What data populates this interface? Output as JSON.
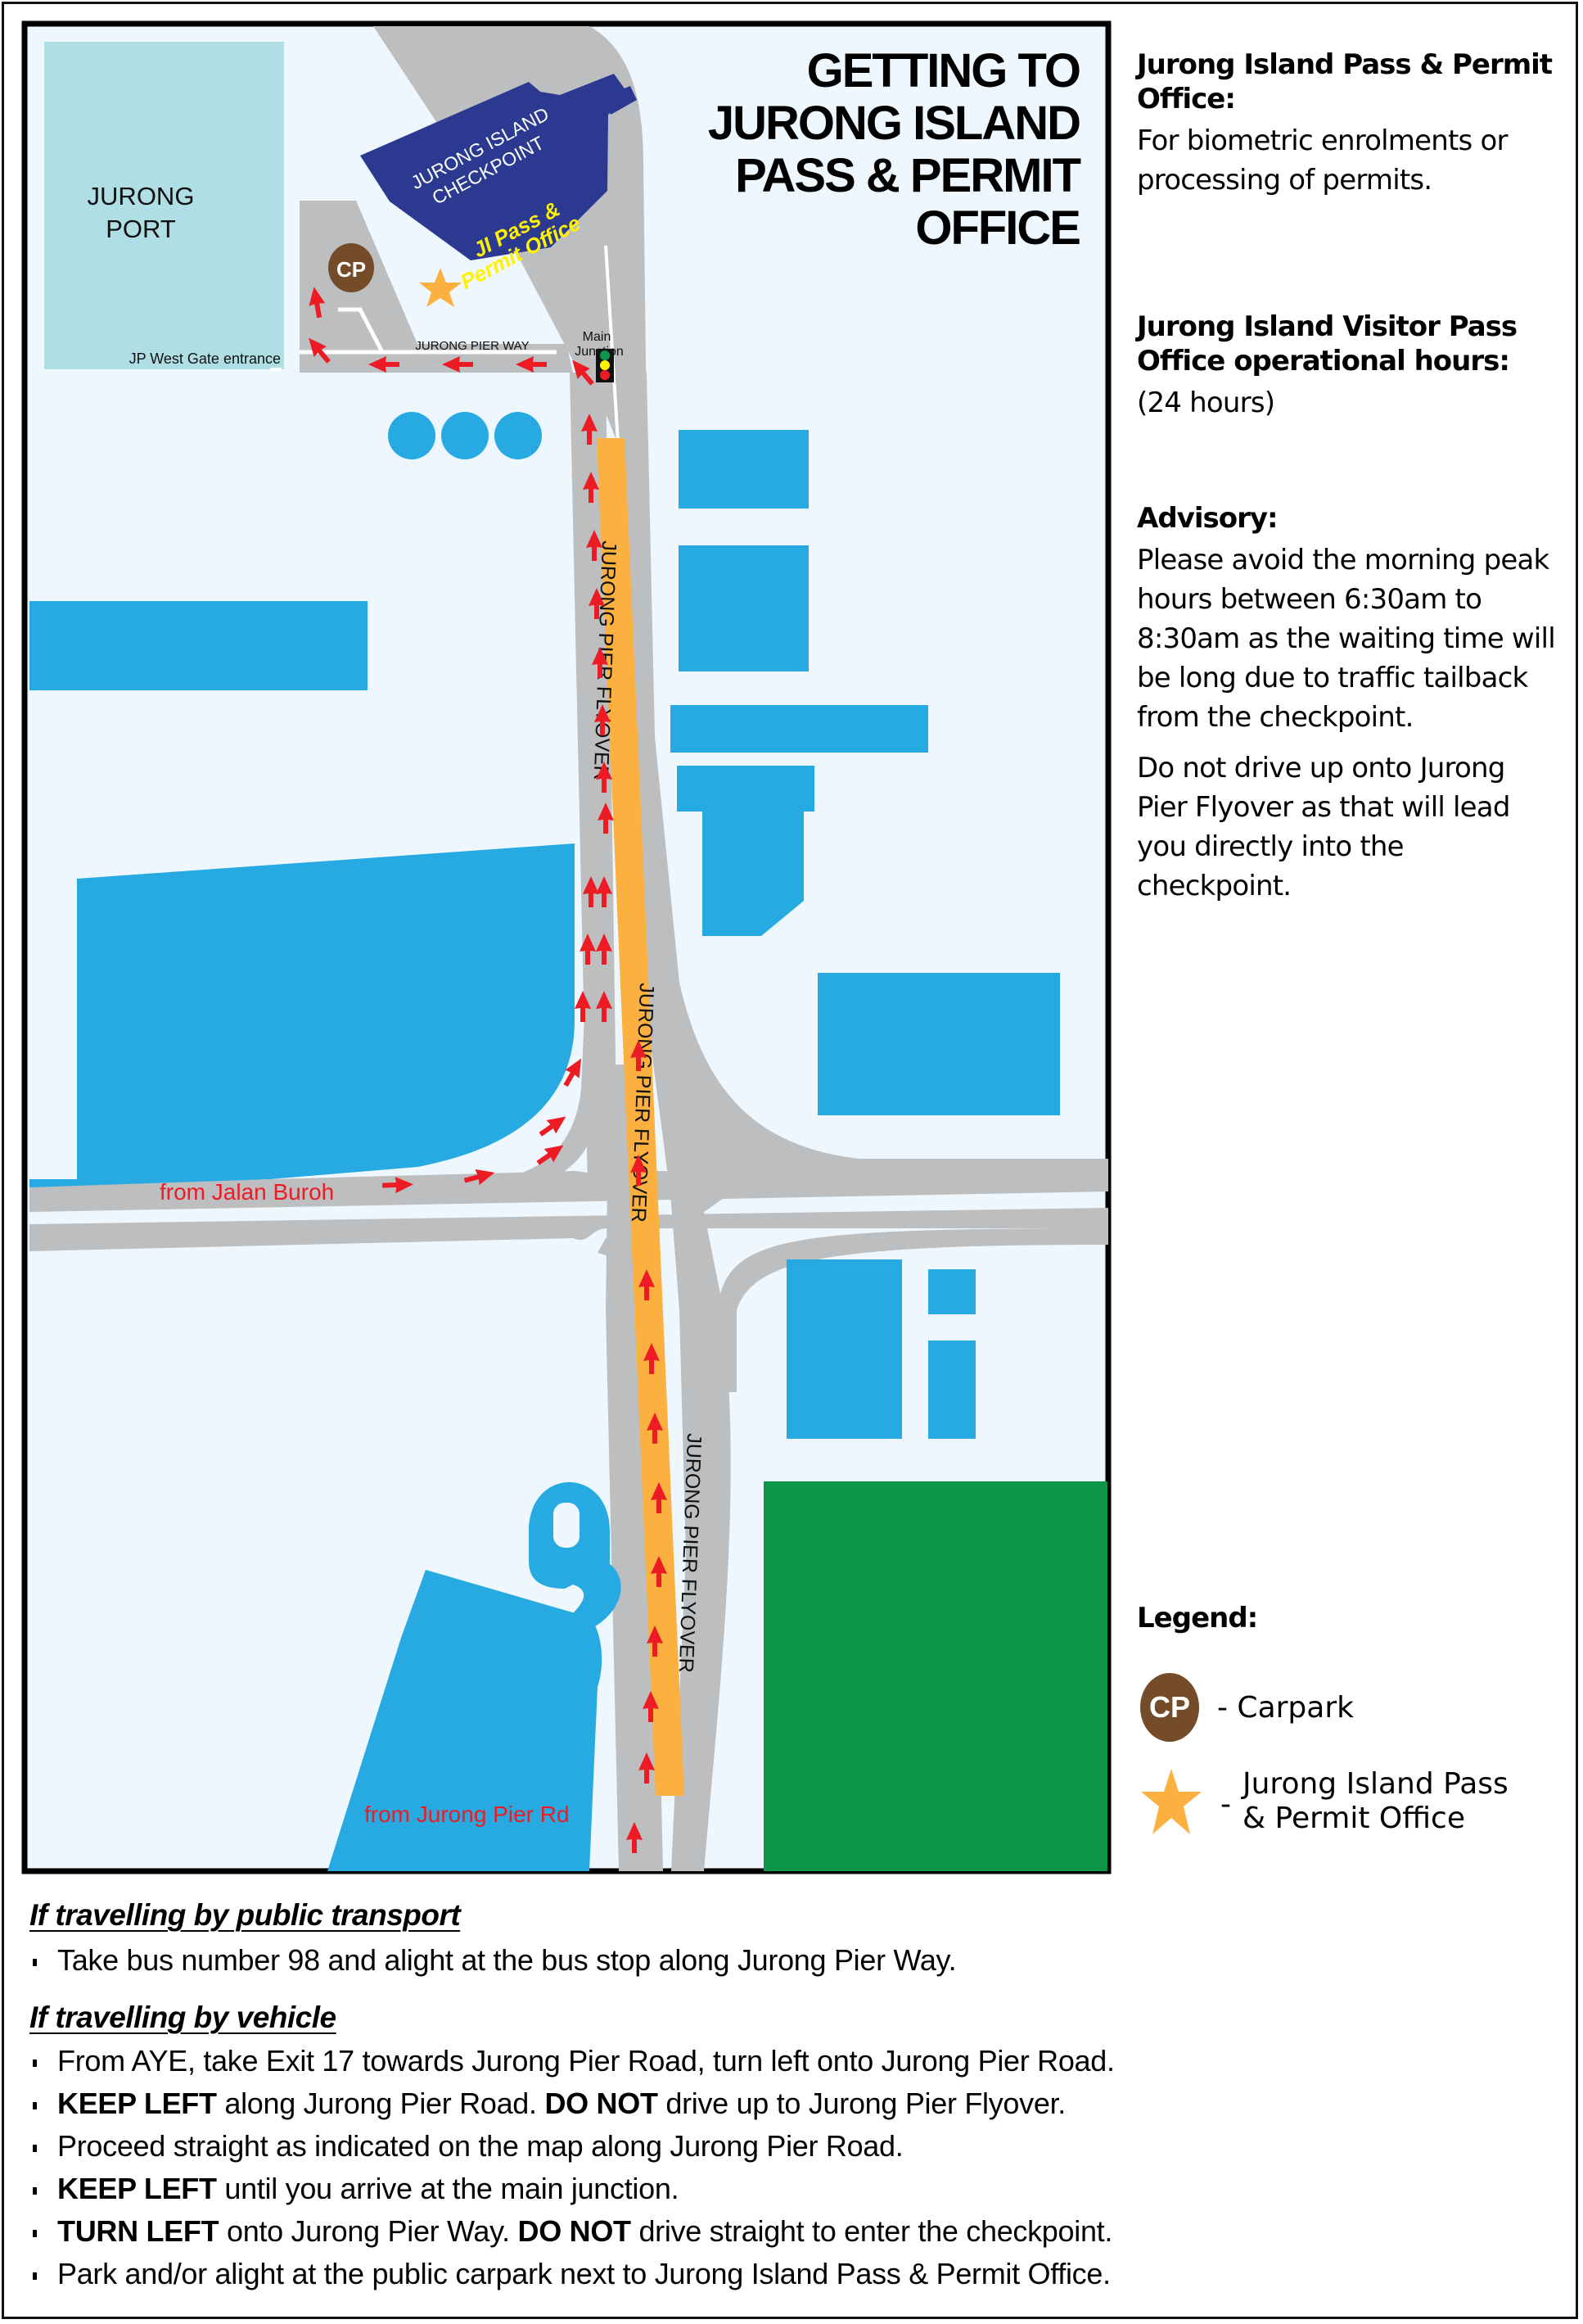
{
  "title": {
    "lines": [
      "GETTING TO",
      "JURONG ISLAND",
      "PASS & PERMIT",
      "OFFICE"
    ]
  },
  "map": {
    "labels": {
      "jurong_port": [
        "JURONG",
        "PORT"
      ],
      "jp_west_gate": "JP West Gate entrance",
      "checkpoint": [
        "JURONG ISLAND",
        "CHECKPOINT"
      ],
      "ji_pass_office": [
        "JI Pass &",
        "Permit Office"
      ],
      "carpark_badge": "CP",
      "jurong_pier_way": "JURONG PIER WAY",
      "main_junction": [
        "Main",
        "Junction"
      ],
      "flyover": "JURONG PIER FLYOVER",
      "from_jalan_buroh": "from Jalan Buroh",
      "from_jurong_pier_rd": "from Jurong Pier Rd"
    },
    "colors": {
      "background": "#eef7fd",
      "water_building": "#27aae1",
      "port": "#afdfe4",
      "road": "#bcbec0",
      "flyover": "#fbb040",
      "checkpoint": "#2b3990",
      "green_area": "#0d9648",
      "arrow": "#ed1c24",
      "carpark": "#754c29",
      "office_label": "#fff200"
    }
  },
  "sidebar": {
    "office_heading": "Jurong Island Pass & Permit Office:",
    "office_desc": "For biometric enrolments or processing of permits.",
    "hours_heading": "Jurong Island Visitor Pass Office operational hours:",
    "hours_value": "(24 hours)",
    "advisory_heading": "Advisory:",
    "advisory_p1": "Please avoid the morning peak hours between 6:30am to 8:30am as the waiting time will be long due to traffic tailback from the checkpoint.",
    "advisory_p2": "Do not drive up onto Jurong Pier Flyover as that will lead you directly into the checkpoint."
  },
  "legend": {
    "heading": "Legend:",
    "items": [
      {
        "icon": "carpark-badge",
        "badge": "CP",
        "label": "- Carpark"
      },
      {
        "icon": "star-icon",
        "dash": "-",
        "label_lines": [
          "Jurong Island Pass",
          "& Permit Office"
        ]
      }
    ]
  },
  "directions": {
    "public_transport": {
      "heading": "If travelling by public transport",
      "items": [
        "Take bus number 98 and alight at the bus stop along Jurong Pier Way."
      ]
    },
    "vehicle": {
      "heading": "If travelling by vehicle",
      "items": [
        {
          "bold": "",
          "text": "From AYE, take Exit 17 towards Jurong Pier Road, turn left onto Jurong Pier Road."
        },
        {
          "bold": "KEEP LEFT",
          "text": " along Jurong Pier Road. ",
          "bold2": "DO NOT",
          "text2": " drive up to Jurong Pier Flyover."
        },
        {
          "bold": "",
          "text": "Proceed straight as indicated on the map along Jurong Pier Road."
        },
        {
          "bold": "KEEP LEFT",
          "text": " until you arrive at the main junction."
        },
        {
          "bold": "TURN LEFT",
          "text": " onto Jurong Pier Way. ",
          "bold2": "DO NOT",
          "text2": " drive straight to enter the checkpoint."
        },
        {
          "bold": "",
          "text": "Park and/or alight at the public carpark next to Jurong Island Pass & Permit Office."
        }
      ]
    }
  }
}
